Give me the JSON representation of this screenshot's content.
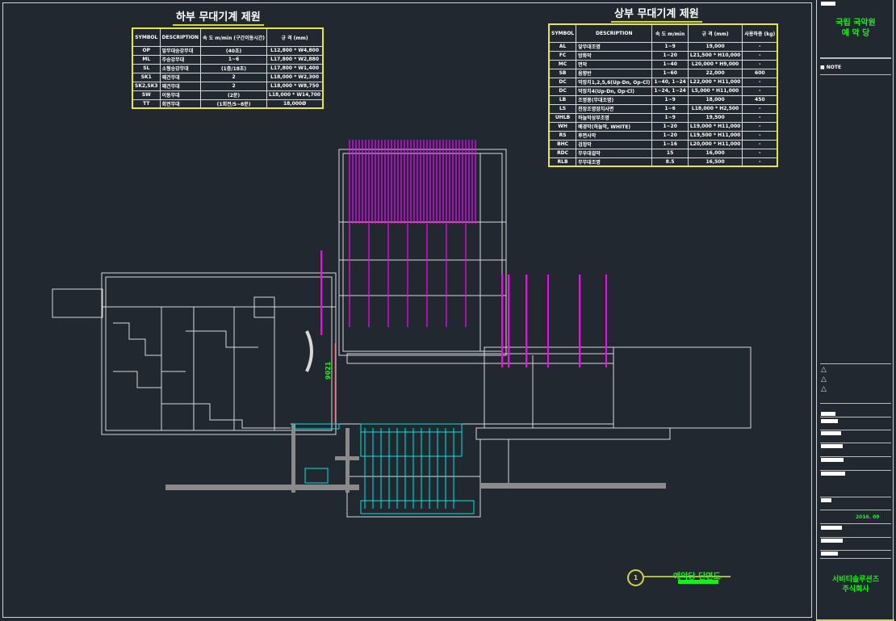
{
  "lower_table": {
    "title": "하부 무대기계 제원",
    "headers": [
      "SYMBOL",
      "DESCRIPTION",
      "속 도 m/min (구간이동시간)",
      "규 격 (mm)"
    ],
    "rows": [
      [
        "OP",
        "앞무대승강무대",
        "(40초)",
        "L12,800 * W4,800"
      ],
      [
        "ML",
        "주승강무대",
        "1~6",
        "L17,800 * W2,880"
      ],
      [
        "SL",
        "소형승강무대",
        "(1층/18초)",
        "L17,800 * W1,400"
      ],
      [
        "SK1",
        "왜건무대",
        "2",
        "L18,000 * W2,300"
      ],
      [
        "SK2,SK3",
        "왜건무대",
        "2",
        "L18,000 * W8,750"
      ],
      [
        "SW",
        "이동무대",
        "(2분)",
        "L18,000 * W14,700"
      ],
      [
        "TT",
        "회전무대",
        "(1회전/5~8분)",
        "18,000Ø"
      ]
    ]
  },
  "upper_table": {
    "title": "상부 무대기계 제원",
    "headers": [
      "SYMBOL",
      "DESCRIPTION",
      "속 도 m/min",
      "규 격 (mm)",
      "사용하중 (kg)"
    ],
    "rows": [
      [
        "AL",
        "앞무대조명",
        "1~9",
        "19,000",
        "-"
      ],
      [
        "FC",
        "방화막",
        "1~20",
        "L21,500 * H10,000",
        "-"
      ],
      [
        "MC",
        "면막",
        "1~40",
        "L20,000 * H9,000",
        "-"
      ],
      [
        "SB",
        "음향반",
        "1~60",
        "22,000",
        "600"
      ],
      [
        "DC",
        "막장치1,2,5,6(Up-Dn, Op-Cl)",
        "1~40, 1~24",
        "L22,000 * H11,000",
        "-"
      ],
      [
        "DC",
        "막장치4(Up-Dn, Op-Cl)",
        "1~24, 1~24",
        "L5,000 * H11,000",
        "-"
      ],
      [
        "LB",
        "조명봉(무대조명)",
        "1~9",
        "18,000",
        "450"
      ],
      [
        "LS",
        "천장조명장치사면",
        "1~6",
        "L18,000 * H2,500",
        "-"
      ],
      [
        "UHLB",
        "하늘막상부조명",
        "1~9",
        "19,500",
        "-"
      ],
      [
        "WH",
        "배경막(하늘막, WHITE)",
        "1~20",
        "L19,000 * H11,000",
        "-"
      ],
      [
        "RS",
        "후면사막",
        "1~20",
        "L19,500 * H11,000",
        "-"
      ],
      [
        "BHC",
        "검정막",
        "1~16",
        "L20,000 * H11,000",
        "-"
      ],
      [
        "RDC",
        "무우대걸막",
        "15",
        "16,000",
        "-"
      ],
      [
        "RLB",
        "무무대조명",
        "8.5",
        "16,500",
        "-"
      ]
    ]
  },
  "drawing": {
    "dimension": "9021",
    "section_number": "1",
    "section_title": "예악당 단면도"
  },
  "title_block": {
    "project_line1": "국립 국악원",
    "project_line2": "예 악 당",
    "note_label": "NOTE",
    "date": "2016. 09",
    "company_line1": "서비티솔루션즈",
    "company_line2": "주식회사"
  },
  "colors": {
    "background": "#212830",
    "magenta": "#ff00ff",
    "cyan": "#00e5e5",
    "green": "#19f019",
    "yellow": "#e6e64a"
  }
}
